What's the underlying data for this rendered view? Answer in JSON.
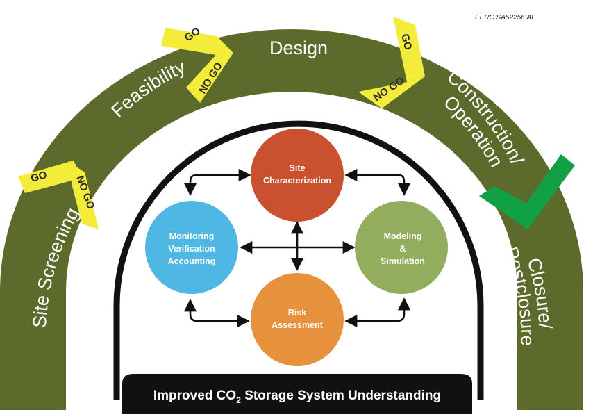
{
  "reference_code": "EERC SA52256.AI",
  "stages": [
    {
      "id": "site-screening",
      "label": "Site Screening"
    },
    {
      "id": "feasibility",
      "label": "Feasibility"
    },
    {
      "id": "design",
      "label": "Design"
    },
    {
      "id": "construction",
      "lines": [
        "Construction/",
        "Operation"
      ]
    },
    {
      "id": "closure",
      "lines": [
        "Closure/",
        "Postclosure"
      ]
    }
  ],
  "gates": {
    "go_label": "GO",
    "nogo_label": "NO GO"
  },
  "circles": [
    {
      "id": "site-characterization",
      "lines": [
        "Site",
        "Characterization"
      ],
      "color": "#c9512f"
    },
    {
      "id": "modeling-simulation",
      "lines": [
        "Modeling",
        "&",
        "Simulation"
      ],
      "color": "#93ad5f"
    },
    {
      "id": "risk-assessment",
      "lines": [
        "Risk",
        "Assessment"
      ],
      "color": "#e8913c"
    },
    {
      "id": "monitoring",
      "lines": [
        "Monitoring",
        "Verification",
        "Accounting"
      ],
      "color": "#4fb7e3"
    }
  ],
  "banner": {
    "prefix": "Improved CO",
    "subscript": "2",
    "suffix": " Storage System Understanding"
  },
  "colors": {
    "arch": "#5c6b2c",
    "flag": "#f4ec3a",
    "check": "#11a046",
    "dome": "#111111"
  }
}
